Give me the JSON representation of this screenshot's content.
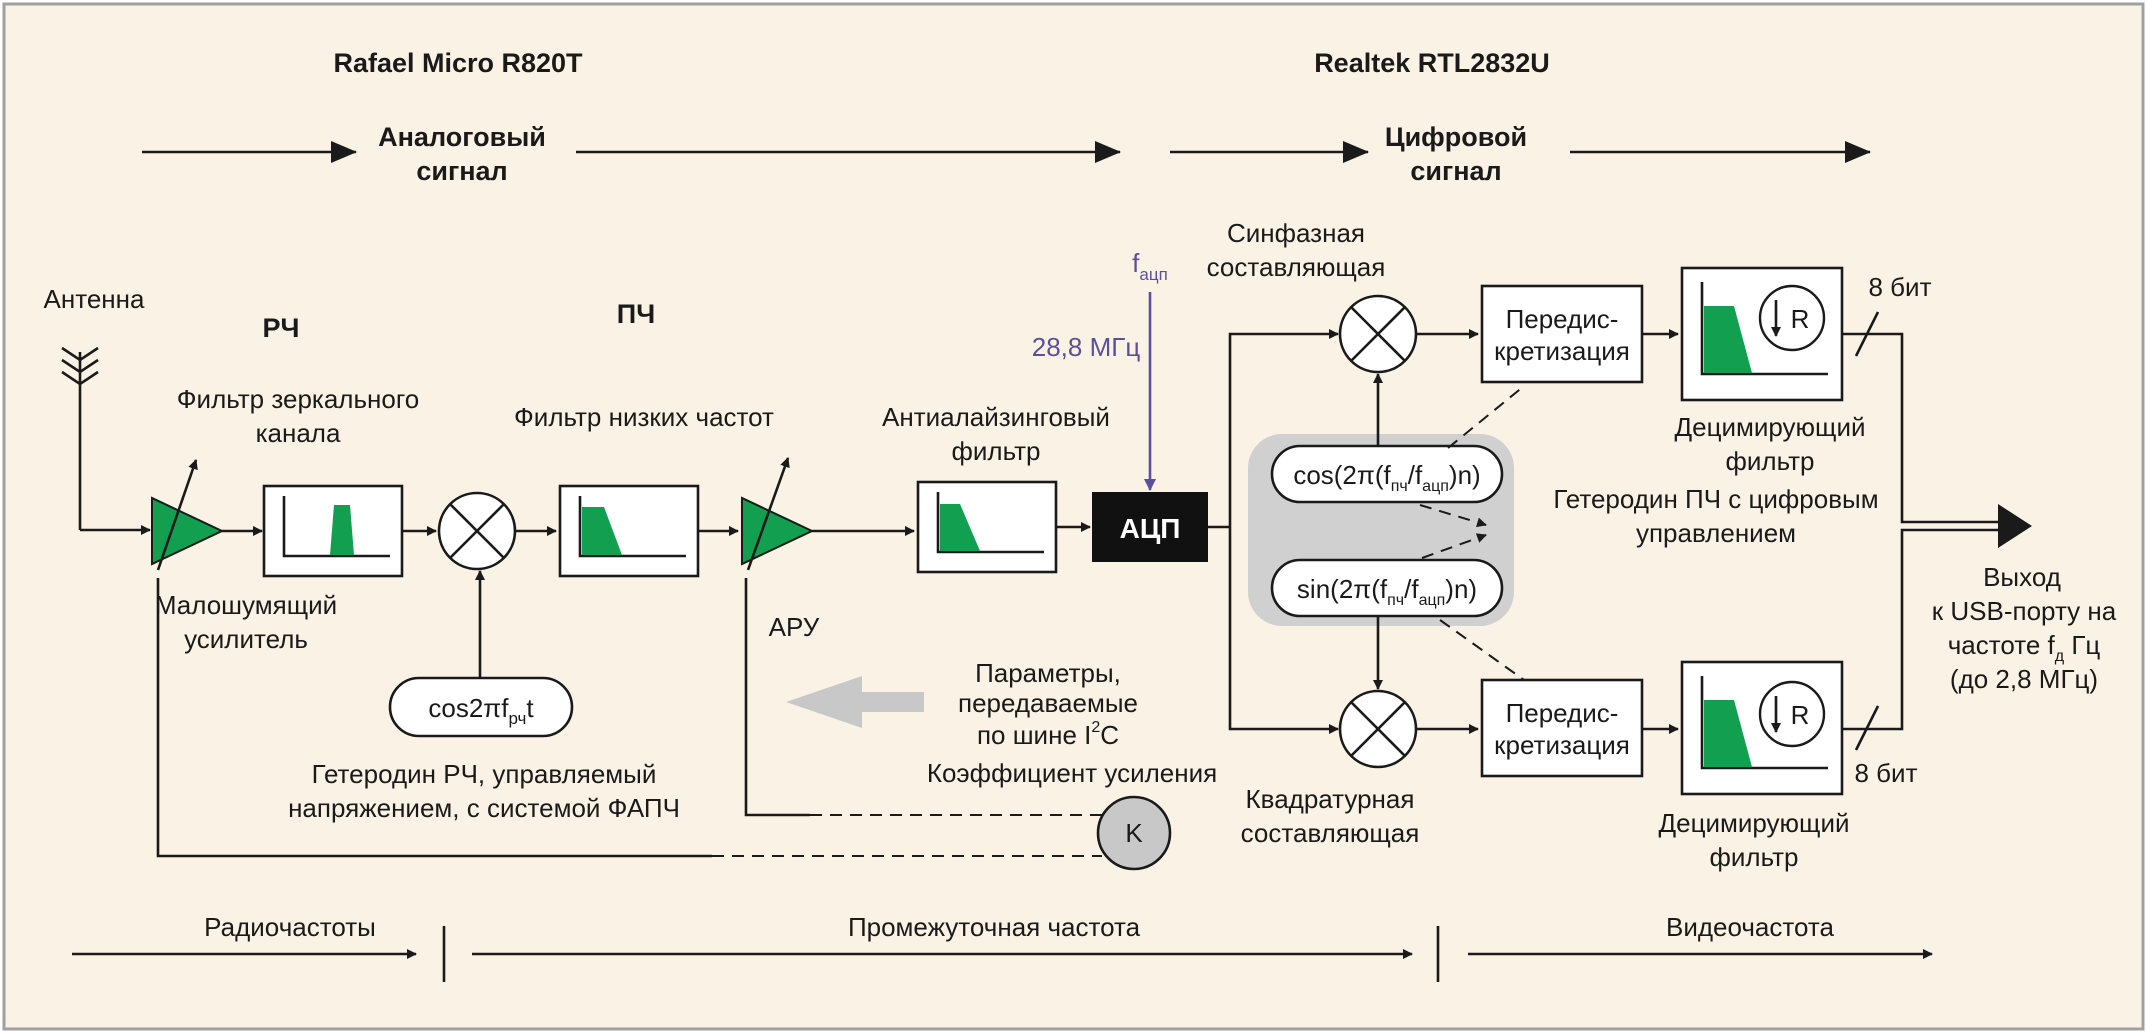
{
  "headers": {
    "left_chip": "Rafael Micro R820T",
    "right_chip": "Realtek RTL2832U",
    "analog_line1": "Аналоговый",
    "analog_line2": "сигнал",
    "digital_line1": "Цифровой",
    "digital_line2": "сигнал"
  },
  "labels": {
    "antenna": "Антенна",
    "rf": "РЧ",
    "if": "ПЧ",
    "image_filter_1": "Фильтр зеркального",
    "image_filter_2": "канала",
    "lowpass": "Фильтр низких частот",
    "antialias_1": "Антиалайзинговый",
    "antialias_2": "фильтр",
    "lna_1": "Малошумящий",
    "lna_2": "усилитель",
    "agc": "АРУ",
    "lo_rf_1": "Гетеродин РЧ, управляемый",
    "lo_rf_2": "напряжением, с системой ФАПЧ",
    "params_1": "Параметры,",
    "params_2": "передаваемые",
    "params_3": "по шине I",
    "params_3_sup": "2",
    "params_3_end": "C",
    "gain": "Коэффициент усиления",
    "k": "K",
    "adc": "АЦП",
    "fadc_main": "f",
    "fadc_sub": "ацп",
    "fadc_value": "28,8 МГц",
    "inphase_1": "Синфазная",
    "inphase_2": "составляющая",
    "quad_1": "Квадратурная",
    "quad_2": "составляющая",
    "resample_1": "Передис-",
    "resample_2": "кретизация",
    "decim_1": "Децимирующий",
    "decim_2": "фильтр",
    "bits": "8 бит",
    "nco_1": "Гетеродин ПЧ с цифровым",
    "nco_2": "управлением",
    "output_1": "Выход",
    "output_2": "к USB-порту на",
    "output_3a": "частоте f",
    "output_3sub": "д",
    "output_3b": " Гц",
    "output_4": "(до 2,8 МГц)",
    "decim_symbol": "R",
    "cos_rf_a": "cos2πf",
    "cos_rf_sub": "рч",
    "cos_rf_b": "t",
    "cos_if_a": "cos(2π(f",
    "cos_if_sub1": "пч",
    "cos_if_b": "/f",
    "cos_if_sub2": "ацп",
    "cos_if_c": ")n)",
    "sin_if_a": "sin(2π(f",
    "sin_if_sub1": "пч",
    "sin_if_b": "/f",
    "sin_if_sub2": "ацп",
    "sin_if_c": ")n)"
  },
  "bands": {
    "radio": "Радиочастоты",
    "intermediate": "Промежуточная частота",
    "video": "Видеочастота"
  },
  "colors": {
    "green": "#12a050",
    "purple": "#5b4f9c",
    "background": "#faf3e5",
    "arrow_gray": "#c8c8c8"
  }
}
